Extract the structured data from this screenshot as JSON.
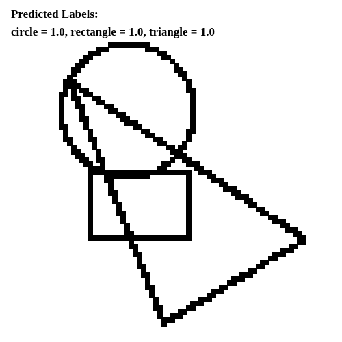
{
  "caption": {
    "heading": "Predicted Labels:",
    "labels_line": "circle = 1.0, rectangle = 1.0, triangle = 1.0"
  },
  "predictions": [
    {
      "label": "circle",
      "score": 1.0
    },
    {
      "label": "rectangle",
      "score": 1.0
    },
    {
      "label": "triangle",
      "score": 1.0
    }
  ],
  "style": {
    "ink_color": "#000000",
    "background_color": "#ffffff"
  }
}
